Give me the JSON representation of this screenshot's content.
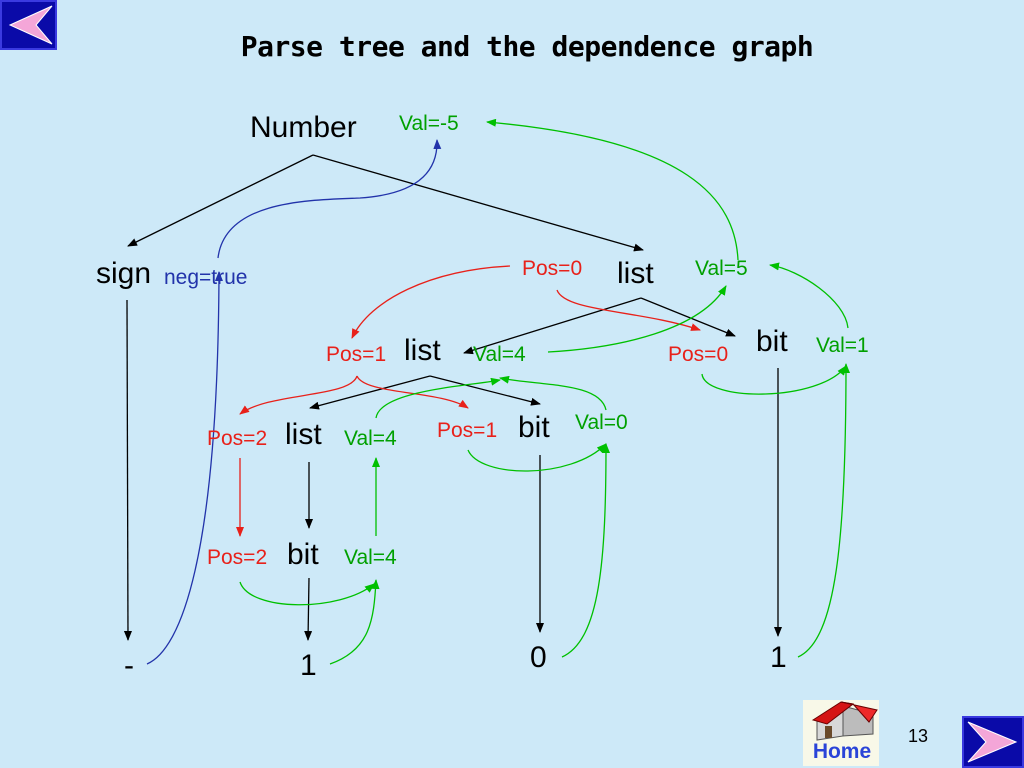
{
  "title": "Parse tree and the dependence graph",
  "nodes": {
    "number": "Number",
    "sign": "sign",
    "list_top": "list",
    "list_mid": "list",
    "list_low": "list",
    "bit_right": "bit",
    "bit_mid": "bit",
    "bit_low": "bit",
    "leaf_minus": "-",
    "leaf_one_left": "1",
    "leaf_zero": "0",
    "leaf_one_right": "1"
  },
  "attributes": {
    "number_val": "Val=-5",
    "sign_neg": "neg=true",
    "list_top_pos": "Pos=0",
    "list_top_val": "Val=5",
    "list_mid_pos": "Pos=1",
    "list_mid_val": "Val=4",
    "bit_right_pos": "Pos=0",
    "bit_right_val": "Val=1",
    "list_low_pos": "Pos=2",
    "list_low_val": "Val=4",
    "bit_mid_pos": "Pos=1",
    "bit_mid_val": "Val=0",
    "bit_low_pos": "Pos=2",
    "bit_low_val": "Val=4"
  },
  "colors": {
    "tree_edge": "#000000",
    "inherited_edge": "#e8211a",
    "synthesized_edge": "#00c000",
    "sign_edge": "#2233aa",
    "background": "#cde9f8"
  },
  "navigation": {
    "home_label": "Home",
    "page_number": "13",
    "prev_icon": "left-arrow-icon",
    "next_icon": "right-arrow-icon"
  }
}
